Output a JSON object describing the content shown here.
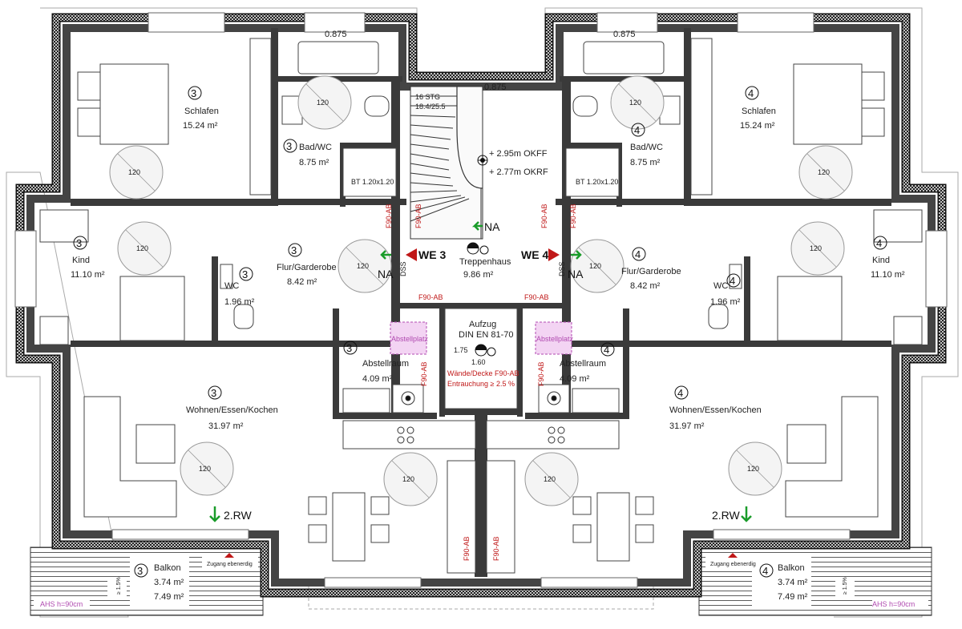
{
  "dims": {
    "top_left": "0.875",
    "top_right": "0.875",
    "stair": "0.875"
  },
  "stair": {
    "steps": "16 STG",
    "steps_sub": "18.4/25.5",
    "okff": "+ 2.95m OKFF",
    "okrf": "+ 2.77m OKRF",
    "name": "Treppenhaus",
    "area": "9.86 m²",
    "na_top": "NA"
  },
  "elevator": {
    "title": "Aufzug",
    "norm": "DIN EN 81-70",
    "dim_w": "1.60",
    "dim_h": "1.75",
    "walls": "Wände/Decke F90-AB",
    "smoke": "Entrauchung ≥ 2.5 %"
  },
  "units": [
    {
      "id": "3",
      "we": "WE 3",
      "na": "NA",
      "dss": "DSS",
      "schlafen": "Schlafen",
      "schlafen_area": "15.24 m²",
      "bad": "Bad/WC",
      "bad_area": "8.75 m²",
      "bt": "BT 1.20x1.20",
      "kind": "Kind",
      "kind_area": "11.10 m²",
      "flur": "Flur/Garderobe",
      "flur_area": "8.42 m²",
      "wc": "WC",
      "wc_area": "1.96 m²",
      "abst": "Abstellraum",
      "abst_area": "4.09 m²",
      "abstellplatz": "Abstellplatz",
      "wohnen": "Wohnen/Essen/Kochen",
      "wohnen_area": "31.97 m²",
      "rw": "2.RW",
      "balkon": "Balkon",
      "balkon_a1": "3.74 m²",
      "balkon_a2": "7.49 m²",
      "zugang": "Zugang ebenerdig",
      "ahs": "AHS h=90cm",
      "slope": "≥ 1.5%"
    },
    {
      "id": "4",
      "we": "WE 4",
      "na": "NA",
      "dss": "DSS",
      "schlafen": "Schlafen",
      "schlafen_area": "15.24 m²",
      "bad": "Bad/WC",
      "bad_area": "8.75 m²",
      "bt": "BT 1.20x1.20",
      "kind": "Kind",
      "kind_area": "11.10 m²",
      "flur": "Flur/Garderobe",
      "flur_area": "8.42 m²",
      "wc": "WC",
      "wc_area": "1.96 m²",
      "abst": "Abstellraum",
      "abst_area": "4.09 m²",
      "abstellplatz": "Abstellplatz",
      "wohnen": "Wohnen/Essen/Kochen",
      "wohnen_area": "31.97 m²",
      "rw": "2.RW",
      "balkon": "Balkon",
      "balkon_a1": "3.74 m²",
      "balkon_a2": "7.49 m²",
      "zugang": "Zugang ebenerdig",
      "ahs": "AHS h=90cm",
      "slope": "≥ 1.5%"
    }
  ],
  "fire": {
    "f90": "F90-AB"
  },
  "turn_circle": "120",
  "colors": {
    "wall": "#3a3a3a",
    "insulation": "#111111",
    "fire_text": "#c01818",
    "arrow_green": "#1a9c2a",
    "we_marker": "#c01818",
    "storage_pink": "#e9b6ea"
  }
}
